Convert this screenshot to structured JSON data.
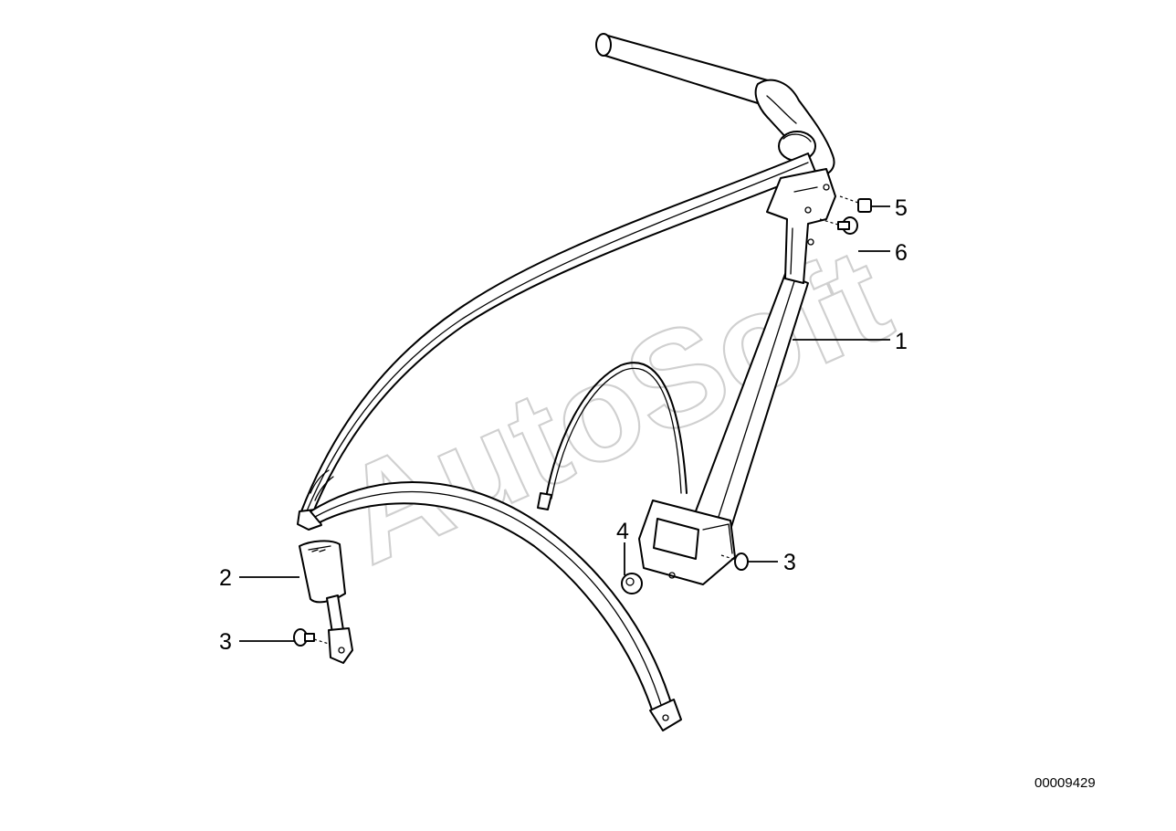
{
  "diagram": {
    "watermark": "AutoSoft",
    "document_number": "00009429",
    "callouts": [
      {
        "id": "callout-1",
        "label": "1"
      },
      {
        "id": "callout-2",
        "label": "2"
      },
      {
        "id": "callout-3-left",
        "label": "3"
      },
      {
        "id": "callout-3-right",
        "label": "3"
      },
      {
        "id": "callout-4",
        "label": "4"
      },
      {
        "id": "callout-5",
        "label": "5"
      },
      {
        "id": "callout-6",
        "label": "6"
      }
    ]
  }
}
